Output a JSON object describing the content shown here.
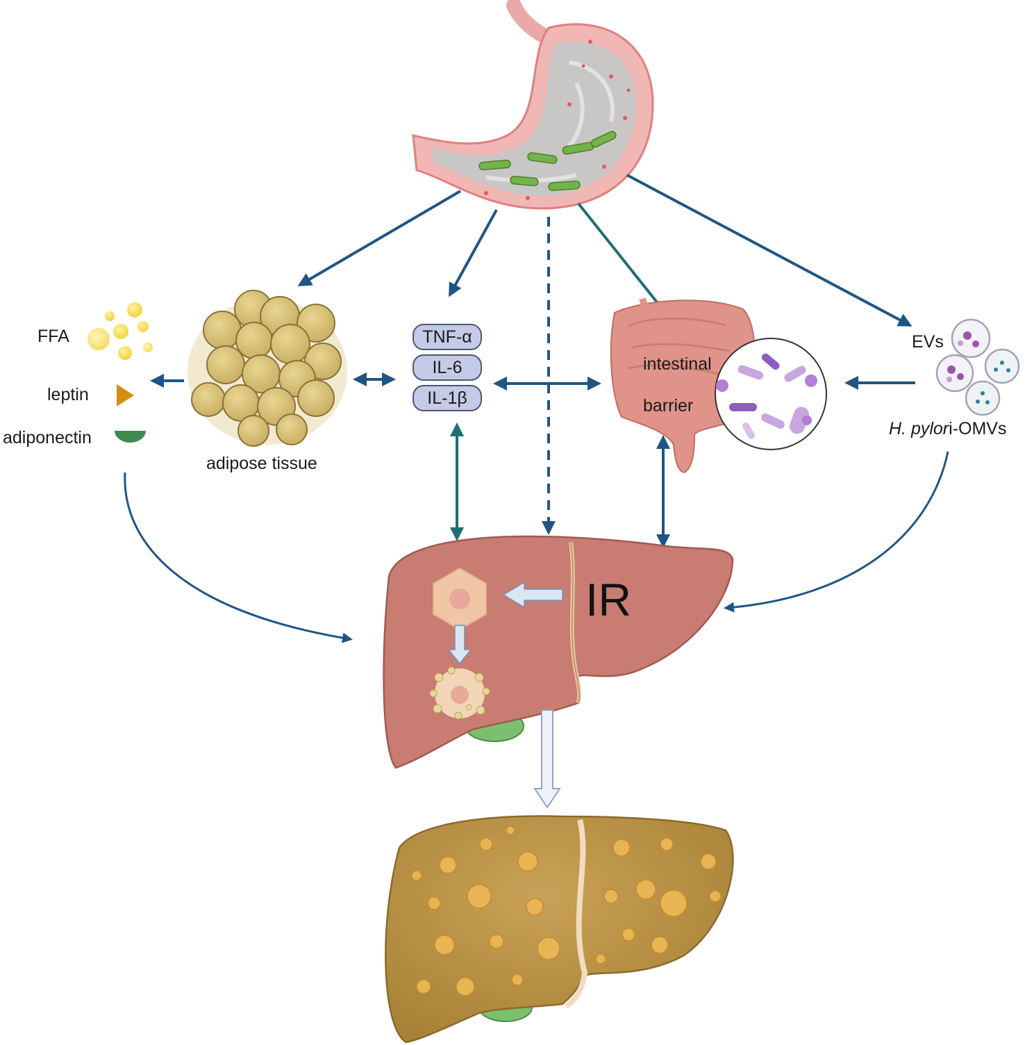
{
  "labels": {
    "ffa": "FFA",
    "leptin": "leptin",
    "adiponectin": "adiponectin",
    "adipose_tissue": "adipose tissue",
    "intestinal": "intestinal",
    "barrier": "barrier",
    "evs": "EVs",
    "hpylori_italic": "H. pylor",
    "hpylori_suffix": "i-OMVs",
    "ir": "IR"
  },
  "cytokines": [
    "TNF-α",
    "IL-6",
    "IL-1β"
  ],
  "colors": {
    "arrow": "#1f5585",
    "arrow_teal": "#1f6e74",
    "liver": "#c87c72",
    "liver_stroke": "#a15a52",
    "fatty_liver": "#b8914a",
    "adipose": "#d8c27c",
    "intestine": "#e0938a",
    "stomach_wall": "#f0b7b4",
    "bacteria": "#74b34a",
    "cytokine_fill": "#c5cae6",
    "hollow_arrow": "#dbe6f4"
  },
  "icons": [
    "stomach-icon",
    "fat-droplets-icon",
    "leptin-icon",
    "adiponectin-icon",
    "adipose-tissue-icon",
    "intestine-icon",
    "gut-microbiota-icon",
    "vesicles-icon",
    "liver-icon",
    "hepatocyte-icon",
    "damaged-hepatocyte-icon",
    "fatty-liver-icon"
  ]
}
